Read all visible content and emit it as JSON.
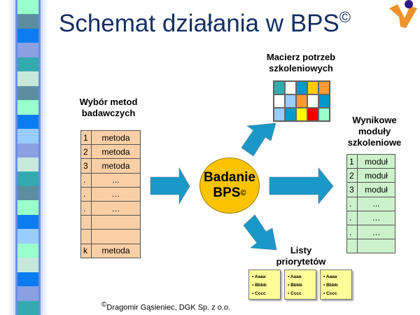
{
  "slide": {
    "title": "Schemat działania w BPS",
    "title_symbol": "©",
    "left_section": {
      "heading_line1": "Wybór metod",
      "heading_line2": "badawczych",
      "rows": [
        {
          "n": "1",
          "v": "metoda"
        },
        {
          "n": "2",
          "v": "metoda"
        },
        {
          "n": "3",
          "v": "metoda"
        },
        {
          "n": ".",
          "v": "..."
        },
        {
          "n": ".",
          "v": "…"
        },
        {
          "n": ".",
          "v": "…"
        },
        {
          "n": "",
          "v": ""
        },
        {
          "n": "",
          "v": ""
        },
        {
          "n": "k",
          "v": "metoda"
        }
      ]
    },
    "center": {
      "line1": "Badanie",
      "line2": "BPS",
      "symbol": "©"
    },
    "matrix": {
      "heading_line1": "Macierz potrzeb",
      "heading_line2": "szkoleniowych",
      "cells": [
        "#33aab0",
        "#ffffff",
        "#0099cc",
        "#ffcc00",
        "#ff9933",
        "#ffffff",
        "#99ccff",
        "#ff9933",
        "#ffffff",
        "#0099cc",
        "#99ccff",
        "#0099cc",
        "#ffff00",
        "#ee0000",
        "#99ffcc"
      ]
    },
    "right_section": {
      "heading_line1": "Wynikowe",
      "heading_line2": "moduły",
      "heading_line3": "szkoleniowe",
      "rows": [
        {
          "n": "1",
          "v": "moduł"
        },
        {
          "n": "2",
          "v": "moduł"
        },
        {
          "n": "3",
          "v": "moduł"
        },
        {
          "n": ".",
          "v": "..."
        },
        {
          "n": ".",
          "v": "…"
        },
        {
          "n": ".",
          "v": "…"
        },
        {
          "n": "",
          "v": ""
        }
      ]
    },
    "priorities": {
      "heading_line1": "Listy",
      "heading_line2": "priorytetów",
      "boxes": [
        {
          "a": "• Aaaa",
          "b": "• Bbbb",
          "c": "• Cccc"
        },
        {
          "a": "• Aaaa",
          "b": "• Bbbb",
          "c": "• Cccc"
        },
        {
          "a": "• Aaaa",
          "b": "• Bbbb",
          "c": "• Cccc"
        }
      ]
    },
    "footer": {
      "symbol": "©",
      "text": "Dragomir Gąsieniec, DGK Sp. z o.o."
    },
    "colors": {
      "arrow": "#1a98c8",
      "circle": "#fcc400",
      "title": "#132f63"
    }
  }
}
